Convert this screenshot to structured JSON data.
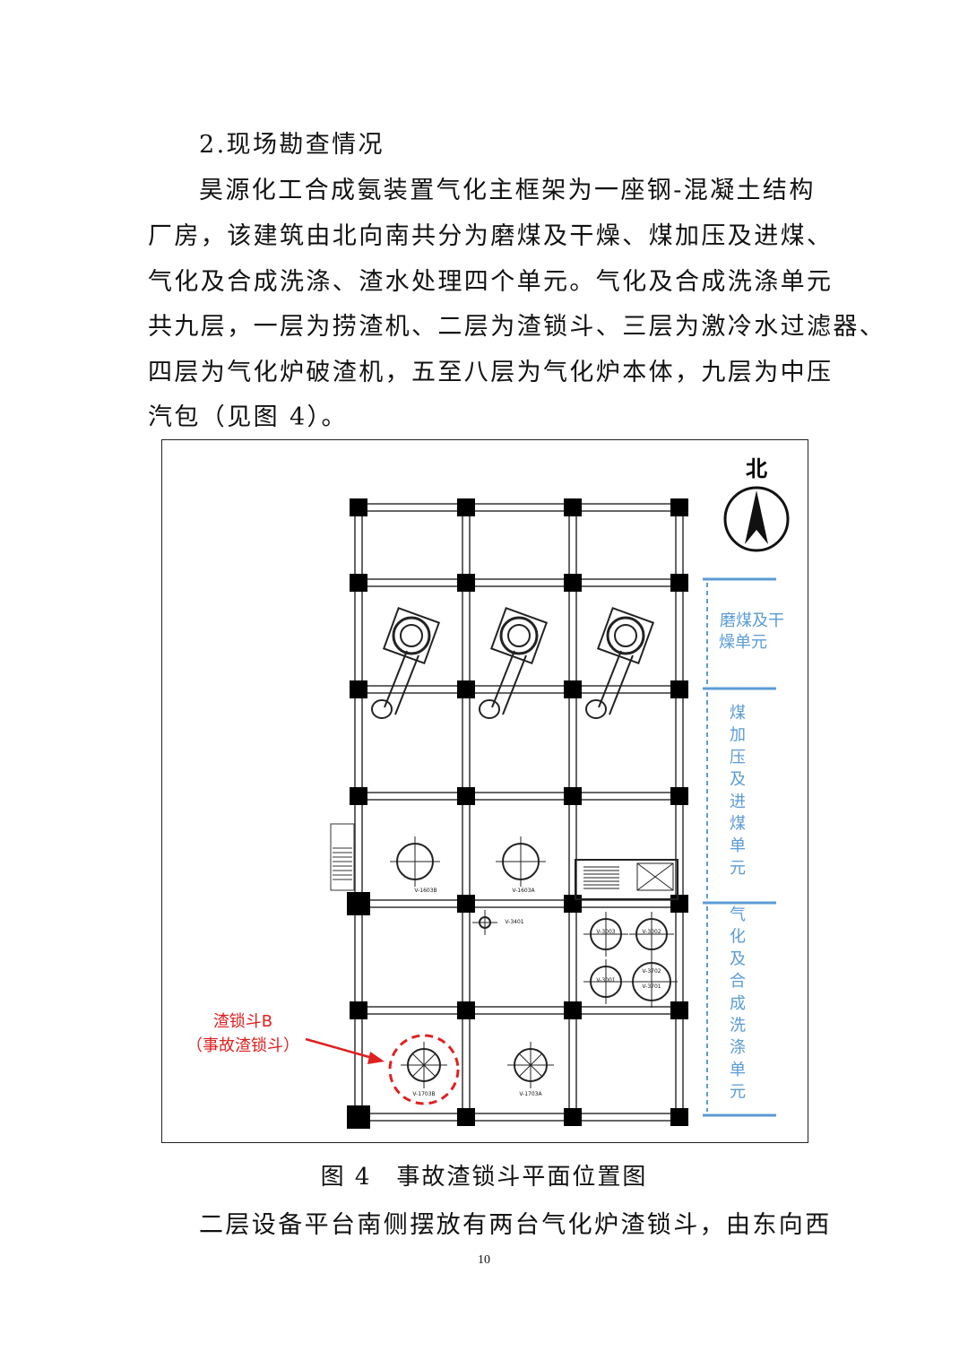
{
  "heading": "2.现场勘查情况",
  "paragraph_lines": [
    "昊源化工合成氨装置气化主框架为一座钢-混凝土结构",
    "厂房，该建筑由北向南共分为磨煤及干燥、煤加压及进煤、",
    "气化及合成洗涤、渣水处理四个单元。气化及合成洗涤单元",
    "共九层，一层为捞渣机、二层为渣锁斗、三层为激冷水过滤器、",
    "四层为气化炉破渣机，五至八层为气化炉本体，九层为中压",
    "汽包（见图 4）。"
  ],
  "figure": {
    "north_label": "北",
    "units": [
      "磨煤及干燥单元",
      "煤加压及进煤单元",
      "气化及合成洗涤单元"
    ],
    "unit1_lines": [
      "磨煤及干",
      "燥单元"
    ],
    "accident_label_1": "渣锁斗B",
    "accident_label_2": "（事故渣锁斗）",
    "equipment_tags": {
      "v1603b": "V-1603B",
      "v1603a": "V-1603A",
      "v3401": "V-3401",
      "v3003": "V-3003",
      "v3002": "V-3002",
      "v3001": "V-3001",
      "v3702": "V-3702",
      "v3701": "V-3701",
      "v1703b": "V-1703B",
      "v1703a": "V-1703A"
    },
    "colors": {
      "blue": "#5b9bd5",
      "red": "#e02020"
    }
  },
  "caption": "图 4　事故渣锁斗平面位置图",
  "continuation": "二层设备平台南侧摆放有两台气化炉渣锁斗，由东向西",
  "page_number": "10"
}
